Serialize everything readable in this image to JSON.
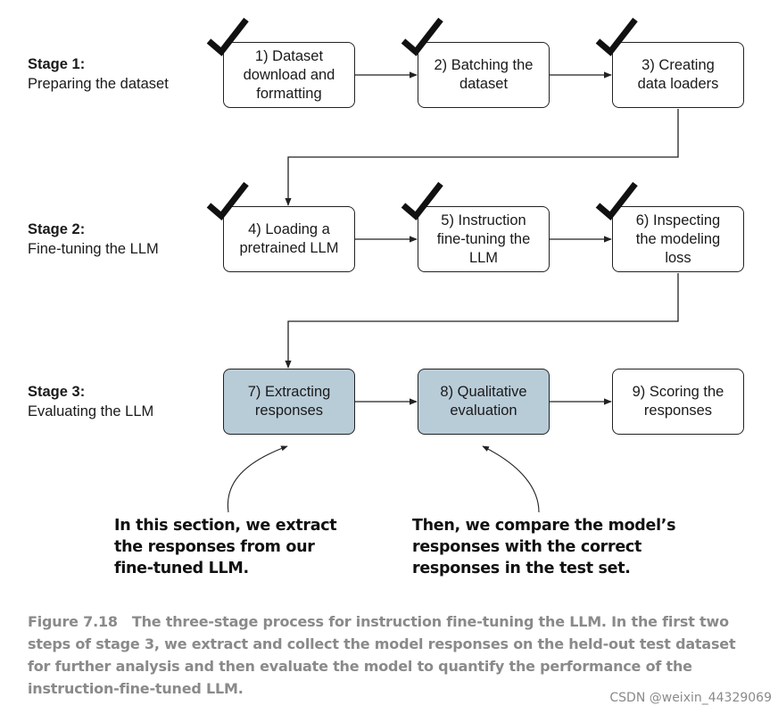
{
  "stages": [
    {
      "title": "Stage 1:",
      "subtitle": "Preparing the dataset"
    },
    {
      "title": "Stage 2:",
      "subtitle": "Fine-tuning the LLM"
    },
    {
      "title": "Stage 3:",
      "subtitle": "Evaluating the LLM"
    }
  ],
  "steps": [
    {
      "label": "1) Dataset\ndownload and\nformatting",
      "checked": true,
      "highlighted": false
    },
    {
      "label": "2) Batching the\ndataset",
      "checked": true,
      "highlighted": false
    },
    {
      "label": "3) Creating\ndata loaders",
      "checked": true,
      "highlighted": false
    },
    {
      "label": "4) Loading a\npretrained LLM",
      "checked": true,
      "highlighted": false
    },
    {
      "label": "5) Instruction\nfine-tuning the\nLLM",
      "checked": true,
      "highlighted": false
    },
    {
      "label": "6) Inspecting\nthe modeling\nloss",
      "checked": true,
      "highlighted": false
    },
    {
      "label": "7) Extracting\nresponses",
      "checked": false,
      "highlighted": true
    },
    {
      "label": "8) Qualitative\nevaluation",
      "checked": false,
      "highlighted": true
    },
    {
      "label": "9) Scoring the\nresponses",
      "checked": false,
      "highlighted": false
    }
  ],
  "callouts": [
    "In this section, we extract\nthe responses from our\nfine-tuned LLM.",
    "Then, we compare the model’s\nresponses with the correct\nresponses in the test set."
  ],
  "caption": {
    "label": "Figure 7.18",
    "text": "The three-stage process for instruction fine-tuning the LLM. In the first two steps of stage 3, we extract and collect the model responses on the held-out test dataset for further analysis and then evaluate the model to quantify the performance of the instruction-fine-tuned LLM."
  },
  "watermark": "CSDN @weixin_44329069",
  "colors": {
    "highlight_fill": "#b8ccd8",
    "caption_text": "#8a8a8a"
  }
}
